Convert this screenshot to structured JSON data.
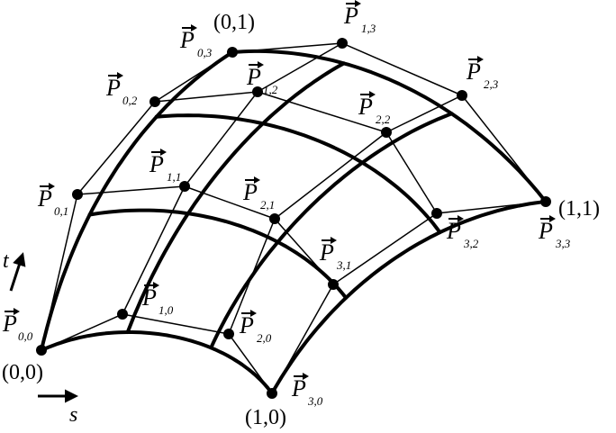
{
  "figure": {
    "labels": {
      "P00": {
        "main": "P",
        "sub": "0,0"
      },
      "P01": {
        "main": "P",
        "sub": "0,1"
      },
      "P02": {
        "main": "P",
        "sub": "0,2"
      },
      "P03": {
        "main": "P",
        "sub": "0,3"
      },
      "P10": {
        "main": "P",
        "sub": "1,0"
      },
      "P11": {
        "main": "P",
        "sub": "1,1"
      },
      "P12": {
        "main": "P",
        "sub": "1,2"
      },
      "P13": {
        "main": "P",
        "sub": "1,3"
      },
      "P20": {
        "main": "P",
        "sub": "2,0"
      },
      "P21": {
        "main": "P",
        "sub": "2,1"
      },
      "P22": {
        "main": "P",
        "sub": "2,2"
      },
      "P23": {
        "main": "P",
        "sub": "2,3"
      },
      "P30": {
        "main": "P",
        "sub": "3,0"
      },
      "P31": {
        "main": "P",
        "sub": "3,1"
      },
      "P32": {
        "main": "P",
        "sub": "3,2"
      },
      "P33": {
        "main": "P",
        "sub": "3,3"
      }
    },
    "corners": {
      "c00": "(0,0)",
      "c01": "(0,1)",
      "c10": "(1,0)",
      "c11": "(1,1)"
    },
    "axes": {
      "s": "s",
      "t": "t"
    }
  }
}
